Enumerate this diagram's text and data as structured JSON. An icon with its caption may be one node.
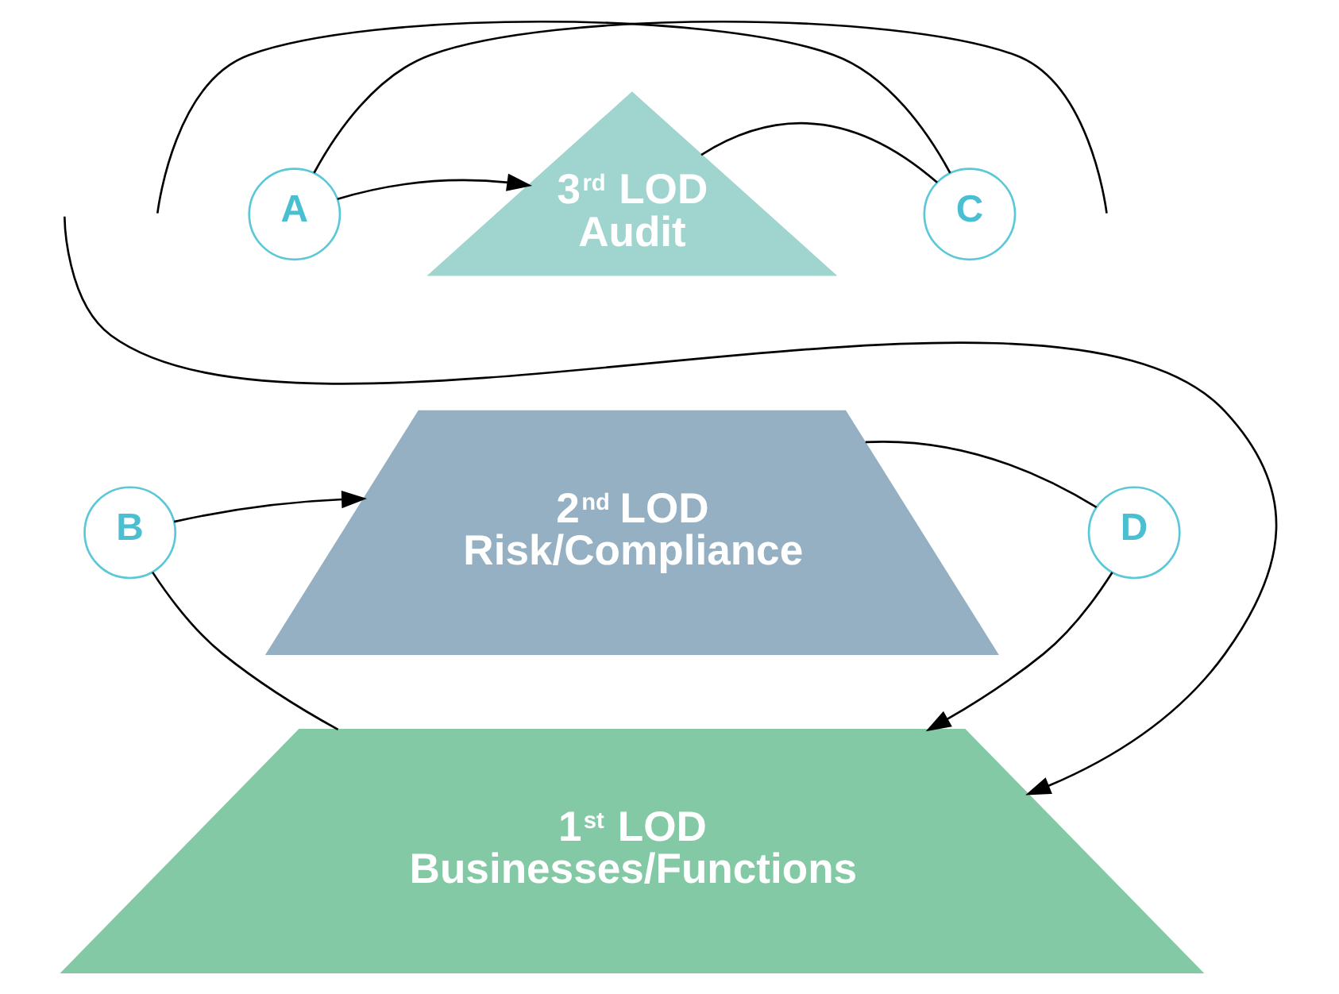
{
  "diagram": {
    "nodes": [
      {
        "text": [
          "3$^{rd}$ LOD",
          "Audit"
        ]
      },
      {
        "text": [
          "2$^{nd}$ LOD",
          "Risk/Compliance"
        ]
      },
      {
        "text": [
          "1$^{st}$ LOD",
          "Businesses/Functions"
        ]
      },
      {
        "text": [
          "A"
        ]
      },
      {
        "text": [
          "B"
        ]
      },
      {
        "text": [
          "C"
        ]
      },
      {
        "text": [
          "D"
        ]
      }
    ],
    "edges": [
      {
        "from": null,
        "to": 3,
        "arrow": "none"
      },
      {
        "from": 3,
        "to": 0,
        "arrow": "to"
      },
      {
        "from": 2,
        "to": 4,
        "arrow": "none"
      },
      {
        "from": 4,
        "to": 1,
        "arrow": "to"
      },
      {
        "from": 0,
        "to": 5,
        "arrow": "none"
      },
      {
        "from": 5,
        "to": null,
        "arrow": "none"
      },
      {
        "from": 1,
        "to": 6,
        "arrow": "none"
      },
      {
        "from": 6,
        "to": 2,
        "arrow": "to"
      },
      {
        "from": null,
        "to": 2,
        "arrow": "to"
      }
    ]
  }
}
